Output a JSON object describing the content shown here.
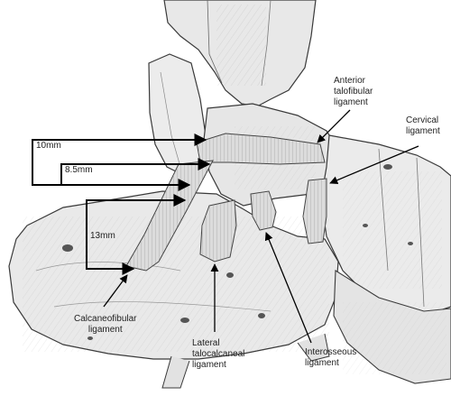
{
  "figure": {
    "labels": {
      "anterior_talofibular": [
        "Anterior",
        "talofibular",
        "ligament"
      ],
      "cervical": [
        "Cervical",
        "ligament"
      ],
      "calcaneofibular": [
        "Calcaneofibular",
        "ligament"
      ],
      "lateral_talocalcaneal": [
        "Lateral",
        "talocalcaneal",
        "ligament"
      ],
      "interosseous": [
        "Interosseous",
        "ligament"
      ]
    },
    "measurements": {
      "m1": "10mm",
      "m2": "8.5mm",
      "m3": "13mm"
    },
    "colors": {
      "bone_fill": "#e9e9e9",
      "bone_shade": "#c9c9c9",
      "outline": "#3a3a3a",
      "ligament": "#d8d8d8",
      "bracket": "#000000"
    }
  }
}
